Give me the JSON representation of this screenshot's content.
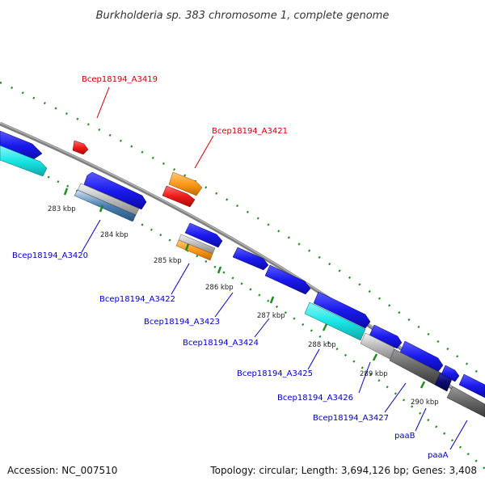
{
  "title": "Burkholderia sp. 383 chromosome 1, complete genome",
  "footer": {
    "accession": "Accession: NC_007510",
    "summary": "Topology: circular; Length: 3,694,126 bp; Genes: 3,408"
  },
  "colors": {
    "backbone": "#7f7f7f",
    "dots": "#1f8a1f",
    "forward_label": "#cc0000",
    "reverse_label": "#0000bb",
    "blue": "#1a1aee",
    "cyan": "#19e6e6",
    "red": "#ee1a1a",
    "orange": "#ff9a1a",
    "gray": "#bbbbbb",
    "dark_gray": "#666666",
    "navy": "#0b0b70",
    "steel": "#4a7fb0"
  },
  "scale": {
    "unit": "kbp",
    "ticks": [
      "283 kbp",
      "284 kbp",
      "285 kbp",
      "286 kbp",
      "287 kbp",
      "288 kbp",
      "289 kbp",
      "290 kbp"
    ]
  },
  "gene_labels": [
    {
      "text": "Bcep18194_A3419",
      "strand": "forward"
    },
    {
      "text": "Bcep18194_A3421",
      "strand": "forward"
    },
    {
      "text": "Bcep18194_A3420",
      "strand": "reverse"
    },
    {
      "text": "Bcep18194_A3422",
      "strand": "reverse"
    },
    {
      "text": "Bcep18194_A3423",
      "strand": "reverse"
    },
    {
      "text": "Bcep18194_A3424",
      "strand": "reverse"
    },
    {
      "text": "Bcep18194_A3425",
      "strand": "reverse"
    },
    {
      "text": "Bcep18194_A3426",
      "strand": "reverse"
    },
    {
      "text": "Bcep18194_A3427",
      "strand": "reverse"
    },
    {
      "text": "paaB",
      "strand": "reverse"
    },
    {
      "text": "paaA",
      "strand": "reverse"
    }
  ]
}
